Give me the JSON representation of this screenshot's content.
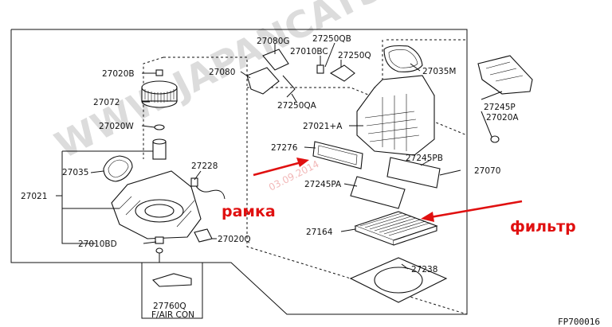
{
  "watermark": "WWW.JAPANCATS.RU",
  "date_stamp": "03.09.2014",
  "annotations": {
    "frame": "рамка",
    "filter": "фильтр"
  },
  "colors": {
    "annotation": "#e01010",
    "watermark": "#dcdcdc",
    "line": "#111111"
  },
  "page_ref": "FP700016",
  "inset_caption": {
    "part": "27760Q",
    "text": "F/AIR CON"
  },
  "part_labels": {
    "p27080G": "27080G",
    "p27250QB": "27250QB",
    "p27010BC": "27010BC",
    "p27250Q": "27250Q",
    "p27020B": "27020B",
    "p27080": "27080",
    "p27035M": "27035M",
    "p27072": "27072",
    "p27250QA": "27250QA",
    "p27245P": "27245P",
    "p27020A": "27020A",
    "p27020W": "27020W",
    "p27021A": "27021+A",
    "p27276": "27276",
    "p27245PB": "27245PB",
    "p27228": "27228",
    "p27035": "27035",
    "p27070": "27070",
    "p27245PA": "27245PA",
    "p27021": "27021",
    "p27164": "27164",
    "p27010BD": "27010BD",
    "p27020Q": "27020Q",
    "p27238": "27238"
  }
}
